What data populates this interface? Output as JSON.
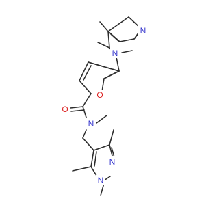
{
  "molecule": {
    "atom_labels": {
      "n1_top": "N",
      "n2_top": "N",
      "o_furan": "O",
      "o_carbonyl": "O",
      "n_amide": "N",
      "n_bottom_1": "N",
      "n_bottom_2": "N"
    }
  },
  "colors": {
    "bond": "#2d2d2d",
    "nitrogen": "#3333cc",
    "oxygen": "#dd2222",
    "background": "#ffffff"
  }
}
